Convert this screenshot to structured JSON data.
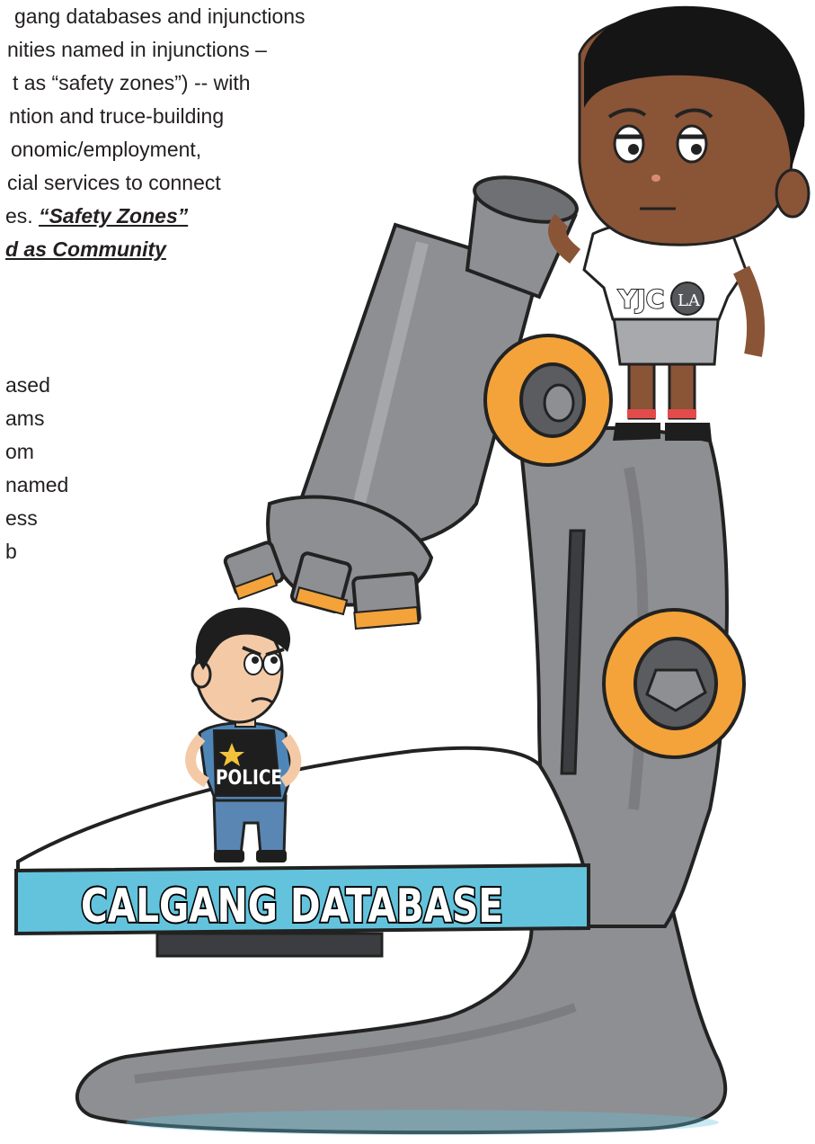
{
  "text_block": {
    "lines": [
      "gang databases and injunctions",
      "nities named in injunctions –",
      "t as “safety zones”) -- with",
      "ntion and truce-building",
      "onomic/employment,",
      "cial services to connect",
      "es."
    ],
    "emph_line6": "“Safety Zones”",
    "emph_line7": "d as Community",
    "lines2": [
      "ased",
      "ams",
      "om",
      "named",
      "ess",
      "b"
    ]
  },
  "illustration": {
    "base_label": "CALGANG DATABASE",
    "vest_label": "POLICE",
    "shirt_label_left": "YJC",
    "shirt_label_badge": "LA",
    "colors": {
      "skin_boy": "#8a5437",
      "skin_officer": "#f4caa6",
      "scope_gray": "#8e8f93",
      "knob_orange": "#f3a33a",
      "stage_blue": "#63c3dc",
      "jeans": "#5a86b3",
      "shirt_blue": "#4f86b8",
      "vest": "#1e1e1e"
    }
  }
}
